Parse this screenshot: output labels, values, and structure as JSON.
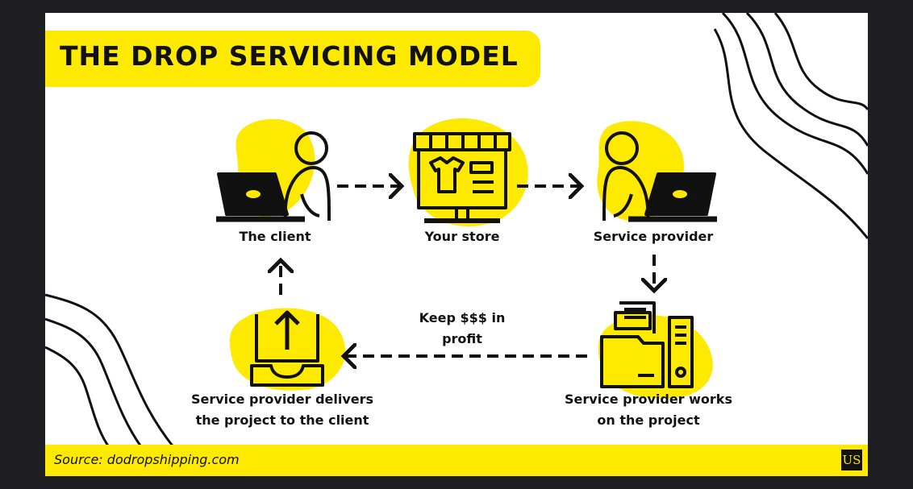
{
  "title": "THE DROP SERVICING MODEL",
  "nodes": {
    "client": "The client",
    "store": "Your store",
    "provider": "Service provider",
    "works_line1": "Service provider works",
    "works_line2": "on the project",
    "delivers_line1": "Service provider delivers",
    "delivers_line2": "the project to the client"
  },
  "profit_label_line1": "Keep $$$ in",
  "profit_label_line2": "profit",
  "footer": {
    "source": "Source: dodropshipping.com",
    "logo": "US"
  },
  "colors": {
    "accent": "#fdea00",
    "ink": "#111111",
    "background": "#ffffff",
    "frame": "#1e1e23"
  },
  "icons": [
    "person-laptop-icon",
    "online-store-icon",
    "person-laptop-icon",
    "folder-computer-icon",
    "inbox-upload-icon"
  ]
}
